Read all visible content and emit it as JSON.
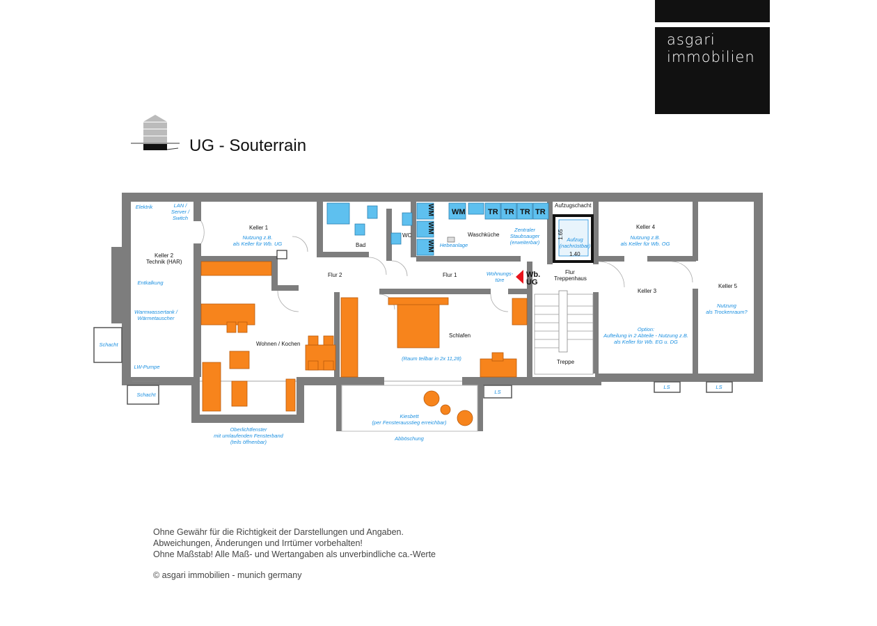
{
  "logo": {
    "line1": "asgari",
    "line2": "immobilien"
  },
  "title": "UG - Souterrain",
  "rooms": {
    "keller1": "Keller 1",
    "keller2": "Keller 2",
    "keller2_sub": "Technik (HAR)",
    "keller3": "Keller 3",
    "keller4": "Keller 4",
    "keller5": "Keller 5",
    "bad": "Bad",
    "wc": "WC",
    "waschkueche": "Waschküche",
    "flur1": "Flur 1",
    "flur2": "Flur 2",
    "flur_th1": "Flur",
    "flur_th2": "Treppenhaus",
    "wohnen": "Wohnen / Kochen",
    "schlafen": "Schlafen",
    "treppe": "Treppe",
    "aufzugschacht": "Aufzugschacht"
  },
  "notes": {
    "elektrik": "Elektrik",
    "lan1": "LAN /",
    "lan2": "Server /",
    "lan3": "Switch",
    "keller1_n1": "Nutzung z.B.",
    "keller1_n2": "als Keller für Wb. UG",
    "entkalkung": "Entkalkung",
    "warm1": "Warmwassertank /",
    "warm2": "Wärmetauscher",
    "lwpumpe": "LW-Pumpe",
    "schacht": "Schacht",
    "hebeanlage": "Hebeanlage",
    "staub1": "Zentraler",
    "staub2": "Staubsauger",
    "staub3": "(erweiterbar)",
    "aufzug1": "Aufzug",
    "aufzug2": "(nachrüstbar)",
    "keller4_n1": "Nutzung z.B.",
    "keller4_n2": "als Keller für Wb. OG",
    "wtuer1": "Wohnungs-",
    "wtuer2": "türe",
    "keller5_n1": "Nutzung",
    "keller5_n2": "als Trockenraum?",
    "opt1": "Option:",
    "opt2": "Aufteilung in 2 Abteile - Nutzung z.B.",
    "opt3": "als Keller für Wb. EG u. DG",
    "raum": "(Raum teilbar in 2x 11,28)",
    "kies1": "Kiesbett",
    "kies2": "(per Fensterausstieg erreichbar)",
    "boeschung": "Abböschung",
    "ober1": "Oberlichtfenster",
    "ober2": "mit umlaufenden Fensterband",
    "ober3": "(teils öffnenbar)",
    "ls": "LS"
  },
  "appliances": {
    "wm": "WM",
    "tr": "TR"
  },
  "dims": {
    "width": "1.40",
    "depth": "1.65"
  },
  "marker": {
    "line1": "Wb.",
    "line2": "UG"
  },
  "disclaimer": {
    "line1": "Ohne Gewähr für die Richtigkeit der Darstellungen und Angaben.",
    "line2": "Abweichungen, Änderungen und Irrtümer vorbehalten!",
    "line3": "Ohne Maßstab! Alle Maß- und Wertangaben als unverbindliche ca.-Werte"
  },
  "copyright": "© asgari immobilien - munich germany",
  "colors": {
    "wall": "#7d7d7d",
    "furniture": "#f7841c",
    "appliance": "#5ec0ef",
    "note": "#1a8fe0",
    "marker": "#e8141c"
  }
}
